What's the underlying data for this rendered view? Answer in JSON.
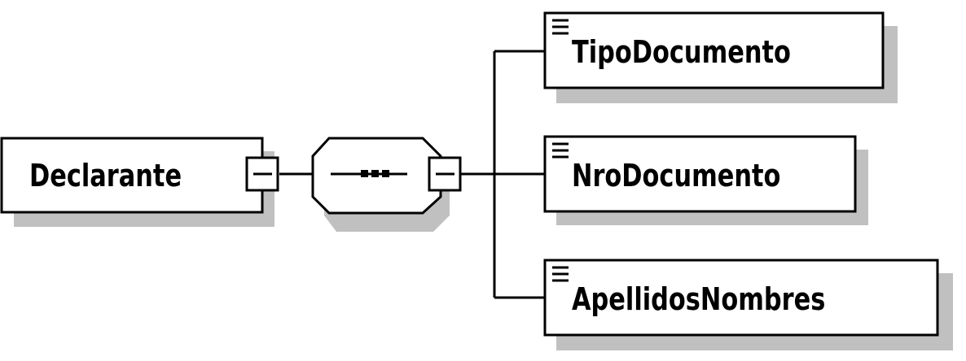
{
  "colors": {
    "background": "#ffffff",
    "stroke": "#000000",
    "shadow": "#c0c0c0"
  },
  "root": {
    "label": "Declarante",
    "connector_icon": "collapse-minus-icon"
  },
  "compositor": {
    "kind": "sequence",
    "icon": "sequence-icon",
    "connector_icon": "collapse-minus-icon"
  },
  "children": [
    {
      "label": "TipoDocumento",
      "icon": "simple-type-lines-icon"
    },
    {
      "label": "NroDocumento",
      "icon": "simple-type-lines-icon"
    },
    {
      "label": "ApellidosNombres",
      "icon": "simple-type-lines-icon"
    }
  ]
}
